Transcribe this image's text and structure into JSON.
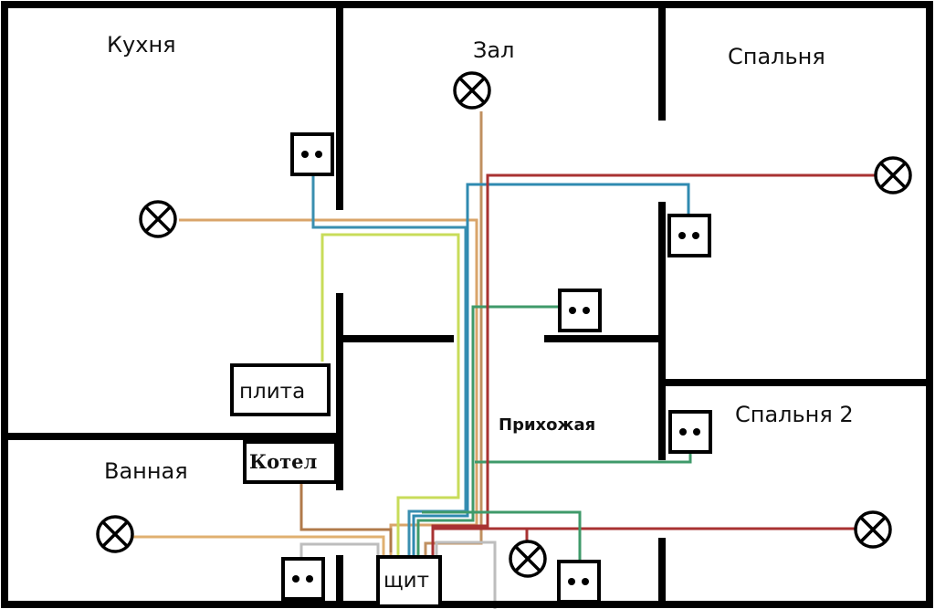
{
  "diagram": {
    "type": "apartment electrical wiring plan",
    "rooms": [
      {
        "id": "kitchen",
        "label": "Кухня"
      },
      {
        "id": "hall",
        "label": "Зал"
      },
      {
        "id": "bedroom",
        "label": "Спальня"
      },
      {
        "id": "hallway",
        "label": "Прихожая"
      },
      {
        "id": "bedroom2",
        "label": "Спальня 2"
      },
      {
        "id": "bathroom",
        "label": "Ванная"
      }
    ],
    "equipment": {
      "stove": {
        "label": "плита"
      },
      "boiler": {
        "label": "Котел"
      },
      "panel": {
        "label": "щит"
      }
    },
    "symbols": {
      "lamp": "lamp-cross-circle-icon",
      "socket": "socket-two-pin-icon"
    },
    "wire_colors": {
      "orange": "#d9a46a",
      "brown": "#b07a4a",
      "blue": "#3a8fb0",
      "yellow_green": "#c8dc5a",
      "green": "#3f9a6a",
      "red": "#a83232",
      "gray": "#bdbdbd"
    },
    "circuits": [
      {
        "name": "kitchen-lamp",
        "color": "orange",
        "from": "panel",
        "to": "kitchen lamp"
      },
      {
        "name": "hall-lamp",
        "color": "brown",
        "from": "panel",
        "to": "hall lamp"
      },
      {
        "name": "kitchen-socket",
        "color": "blue",
        "from": "panel",
        "to": "kitchen socket"
      },
      {
        "name": "bedroom-socket",
        "color": "blue",
        "from": "panel",
        "to": "bedroom socket"
      },
      {
        "name": "stove",
        "color": "yellow_green",
        "from": "panel",
        "to": "stove"
      },
      {
        "name": "hallway-socket",
        "color": "green",
        "from": "panel",
        "to": "hallway socket"
      },
      {
        "name": "bedroom2-socket",
        "color": "green",
        "from": "panel",
        "to": "bedroom 2 socket"
      },
      {
        "name": "bedroom-lamp",
        "color": "red",
        "from": "panel",
        "to": "bedroom lamp"
      },
      {
        "name": "bedroom2-lamp",
        "color": "red",
        "from": "panel",
        "to": "bedroom 2 lamp"
      },
      {
        "name": "hallway-lamp",
        "color": "red",
        "from": "panel",
        "to": "hallway lamp"
      },
      {
        "name": "hallway-bottom-socket",
        "color": "green",
        "from": "panel",
        "to": "hallway bottom socket"
      },
      {
        "name": "bathroom-lamp",
        "color": "orange",
        "from": "panel",
        "to": "bathroom lamp"
      },
      {
        "name": "boiler",
        "color": "brown",
        "from": "panel",
        "to": "boiler"
      },
      {
        "name": "bathroom-socket",
        "color": "gray",
        "from": "panel",
        "to": "bathroom socket"
      },
      {
        "name": "hallway-spare",
        "color": "gray",
        "from": "panel",
        "to": "hallway"
      }
    ]
  }
}
